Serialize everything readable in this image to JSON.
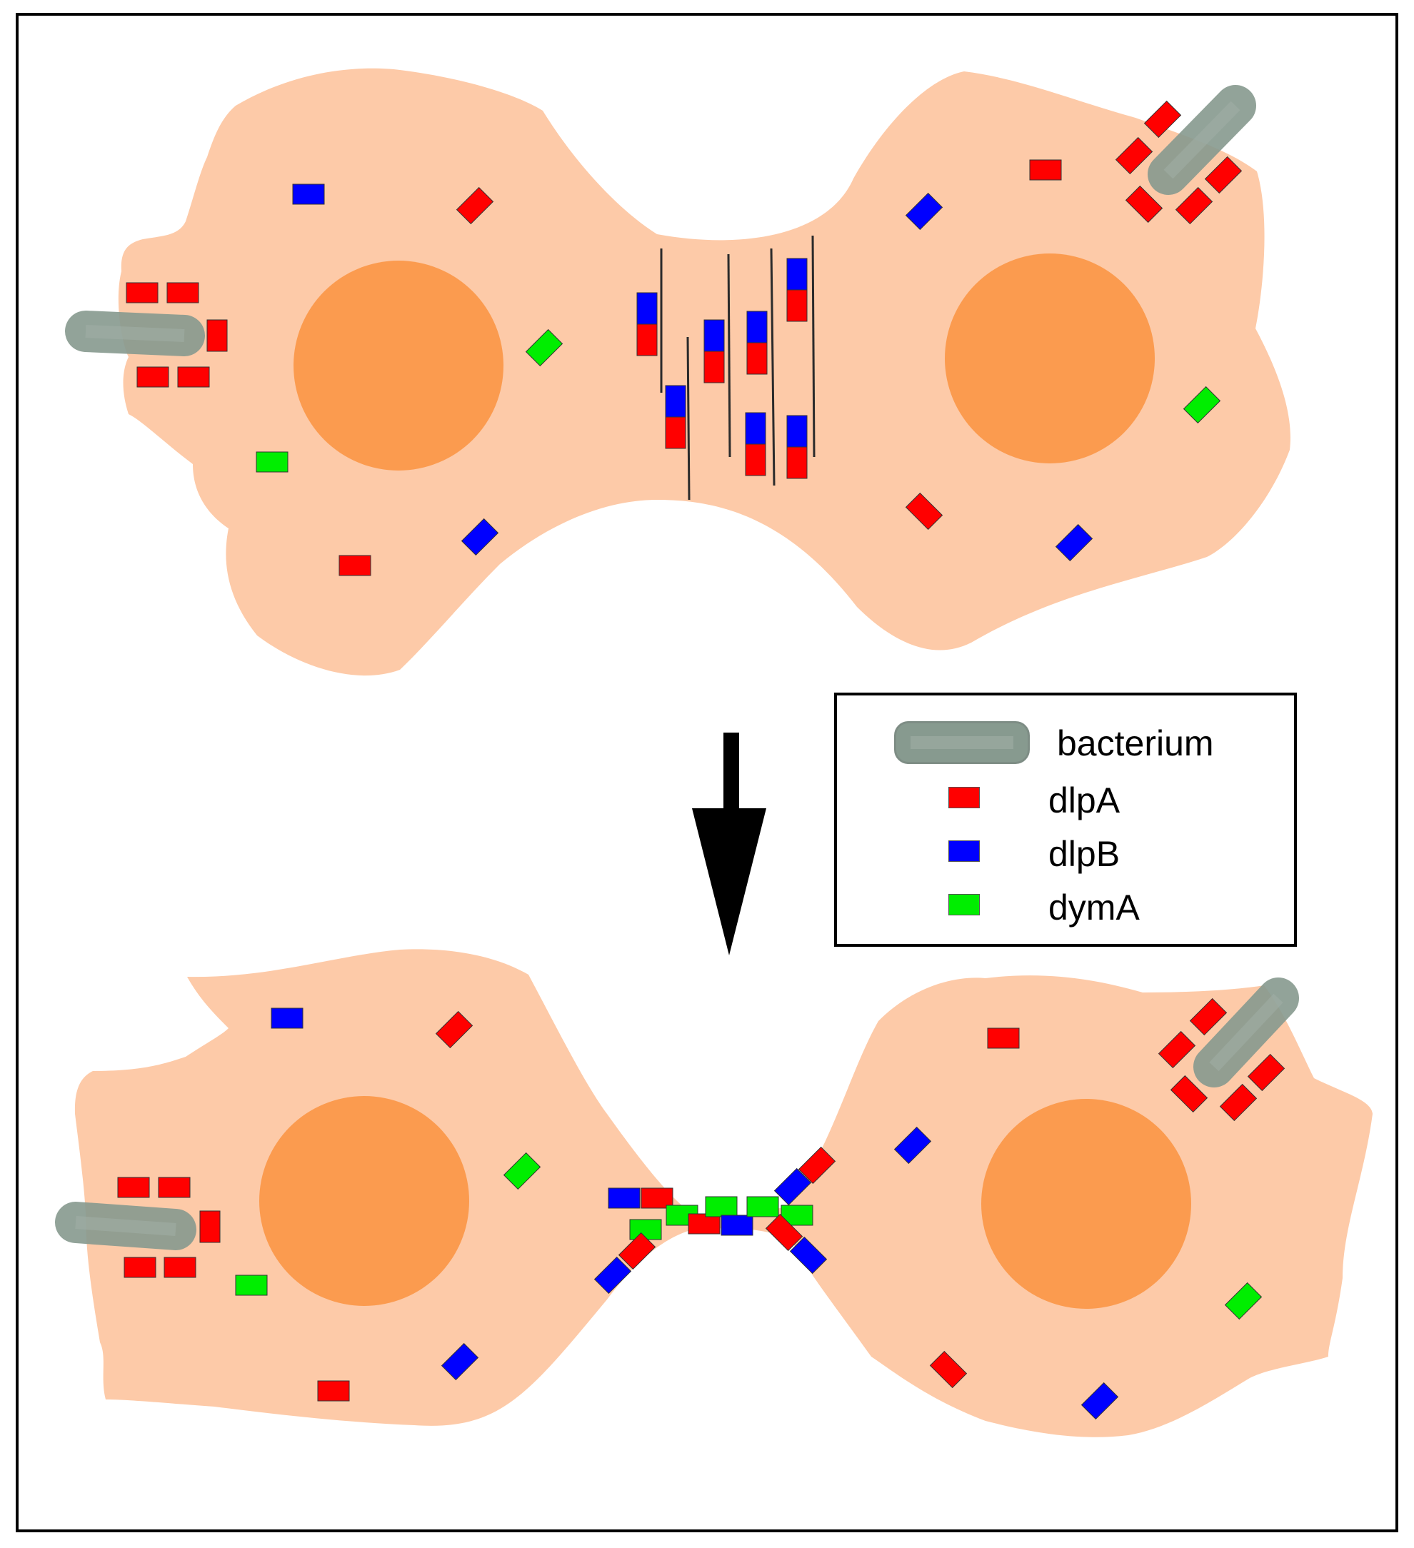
{
  "colors": {
    "cell": "#fdcaa8",
    "nucleus": "#fb9b4f",
    "bacterium": "#879a8f",
    "bacterium_inner": "#a3b0a8",
    "dlpA": "#ff0000",
    "dlpB": "#0000ff",
    "dymA": "#00ee00",
    "filament": "#2b2b2b",
    "arrow": "#000000"
  },
  "legend": {
    "bacterium": "bacterium",
    "dlpA": "dlpA",
    "dlpB": "dlpB",
    "dymA": "dymA"
  },
  "icons": {
    "arrow": "down-arrow-icon"
  }
}
